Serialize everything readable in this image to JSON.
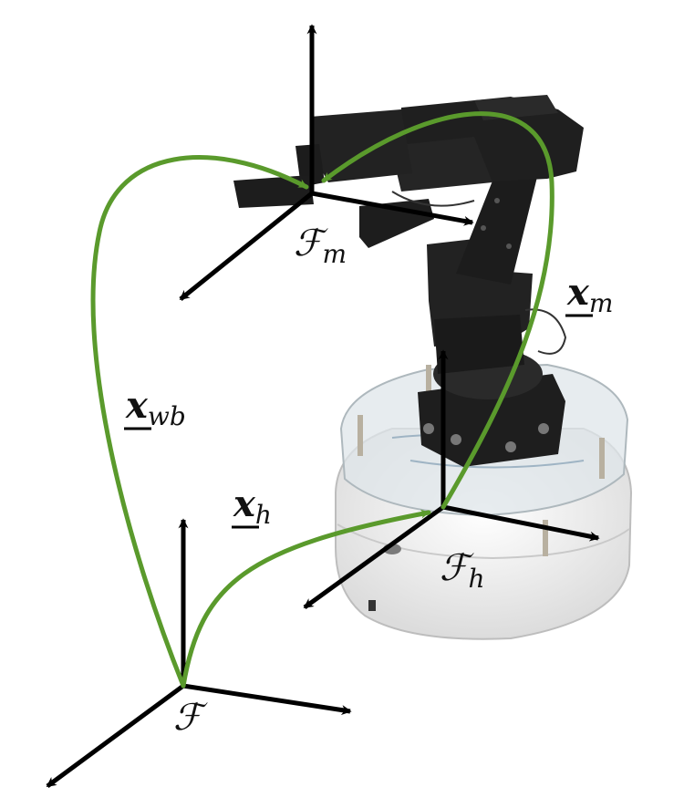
{
  "frames": {
    "world": {
      "symbol": "ℱ",
      "subscript": ""
    },
    "mobile_base": {
      "symbol": "ℱ",
      "subscript": "h"
    },
    "manipulator": {
      "symbol": "ℱ",
      "subscript": "m"
    }
  },
  "transforms": {
    "whole_body": {
      "symbol": "x",
      "subscript": "wb"
    },
    "base": {
      "symbol": "x",
      "subscript": "h"
    },
    "arm": {
      "symbol": "x",
      "subscript": "m"
    }
  },
  "colors": {
    "transform_curve": "#5a9a2c",
    "axis": "#000000",
    "robot_dark": "#1e1e1e",
    "robot_base": "#f2f2f2",
    "acrylic": "#dfe6ea"
  },
  "illustration": "mobile manipulator robot: wheeled base with acrylic plate and multi-joint arm with gripper"
}
